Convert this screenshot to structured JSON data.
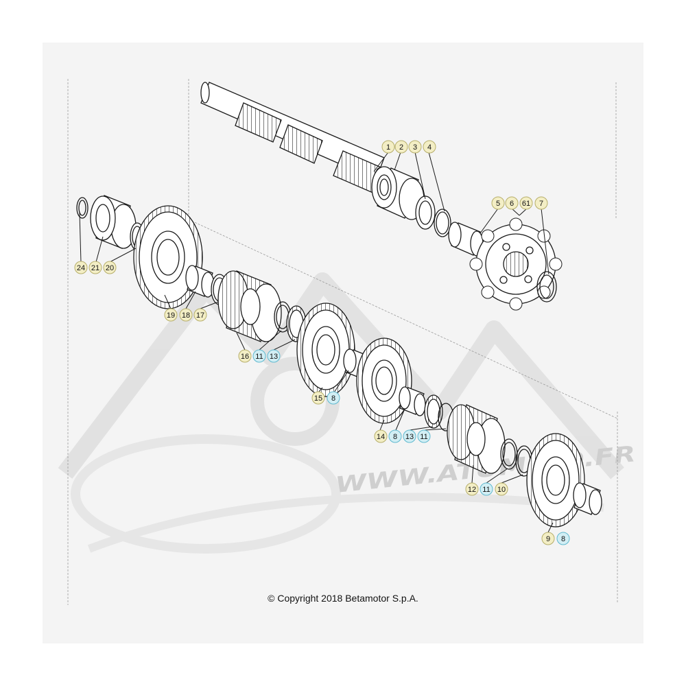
{
  "copyright": "© Copyright 2018 Betamotor S.p.A.",
  "watermark": "WWW.ATUMO  O.FR",
  "colors": {
    "callout_yellow": "#f3eec5",
    "callout_blue": "#d2eef4",
    "callout_yellow_border": "#b6ae6a",
    "callout_blue_border": "#5fb9cf",
    "line": "#1a1a1a",
    "watermark": "#d8d8d8"
  },
  "callouts": {
    "c1": "1",
    "c2": "2",
    "c3": "3",
    "c4": "4",
    "c5": "5",
    "c6": "6",
    "c61": "61",
    "c7": "7",
    "c24": "24",
    "c21": "21",
    "c20": "20",
    "c19": "19",
    "c18": "18",
    "c17": "17",
    "c16": "16",
    "c11a": "11",
    "c13a": "13",
    "c15": "15",
    "c8a": "8",
    "c14": "14",
    "c8b": "8",
    "c13b": "13",
    "c11b": "11",
    "c12": "12",
    "c11c": "11",
    "c10": "10",
    "c9": "9",
    "c8c": "8"
  }
}
